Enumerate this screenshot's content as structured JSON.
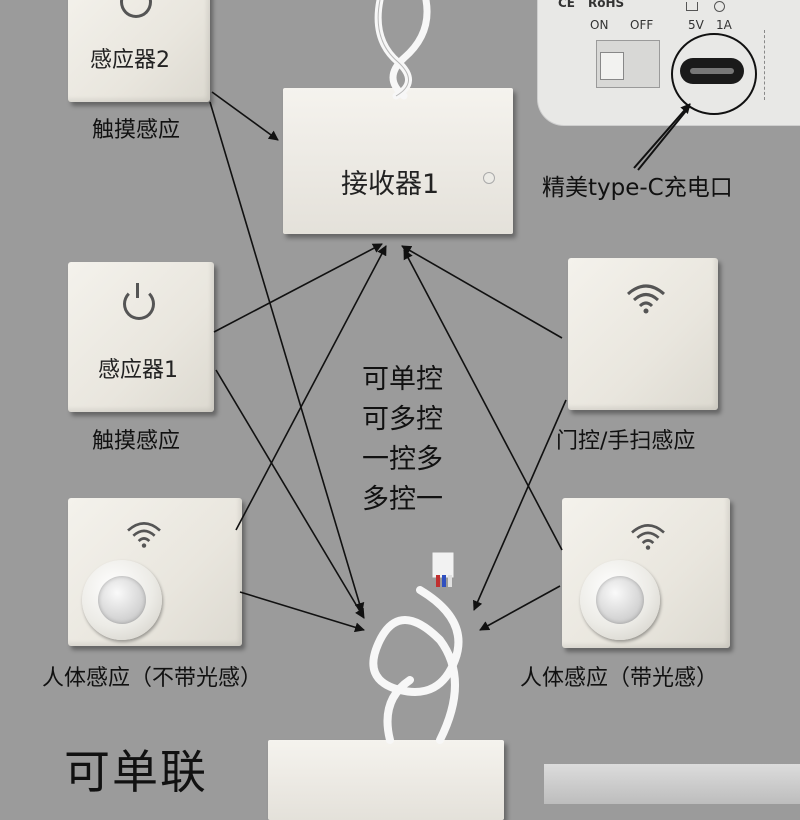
{
  "inset": {
    "ce_label": "CE",
    "rohs_label": "RoHS",
    "on_label": "ON",
    "off_label": "OFF",
    "voltage_label": "5V",
    "current_label": "1A"
  },
  "receiver_top": {
    "label": "接收器1"
  },
  "charge_port_caption": "精美type-C充电口",
  "sensor2": {
    "label": "感应器2",
    "caption": "触摸感应"
  },
  "sensor1": {
    "label": "感应器1",
    "caption": "触摸感应"
  },
  "door_sensor": {
    "caption": "门控/手扫感应"
  },
  "body_sensor_left": {
    "caption": "人体感应（不带光感）"
  },
  "body_sensor_right": {
    "caption": "人体感应（带光感）"
  },
  "center_text": [
    "可单控",
    "可多控",
    "一控多",
    "多控一"
  ],
  "bottom_text": "可单联",
  "icons": {
    "power": "power-icon",
    "wifi": "wifi-icon",
    "pir": "pir-sensor-icon"
  },
  "colors": {
    "background": "#9b9b9b",
    "panel": "#f0eee8",
    "arrow": "#111111"
  }
}
